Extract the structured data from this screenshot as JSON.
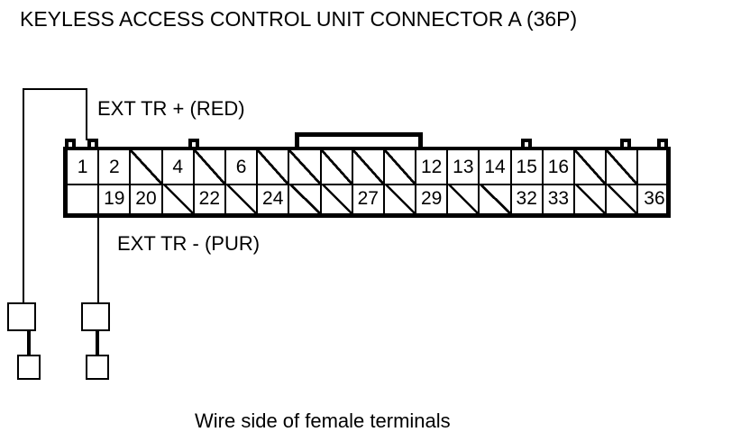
{
  "title": "KEYLESS ACCESS CONTROL UNIT CONNECTOR A (36P)",
  "caption": "Wire side of female terminals",
  "labels": {
    "ext_tr_plus": "EXT TR +  (RED)",
    "ext_tr_minus": "EXT TR -  (PUR)"
  },
  "connector": {
    "name": "CONNECTOR A",
    "pin_count": "36P",
    "rows": [
      {
        "id": "top-row",
        "cells": [
          {
            "label": "1",
            "state": "used"
          },
          {
            "label": "2",
            "state": "used"
          },
          {
            "label": "",
            "state": "unused"
          },
          {
            "label": "4",
            "state": "used"
          },
          {
            "label": "",
            "state": "unused"
          },
          {
            "label": "6",
            "state": "used"
          },
          {
            "label": "",
            "state": "unused"
          },
          {
            "label": "",
            "state": "unused"
          },
          {
            "label": "",
            "state": "unused"
          },
          {
            "label": "",
            "state": "unused"
          },
          {
            "label": "",
            "state": "unused"
          },
          {
            "label": "12",
            "state": "used"
          },
          {
            "label": "13",
            "state": "used"
          },
          {
            "label": "14",
            "state": "used"
          },
          {
            "label": "15",
            "state": "used"
          },
          {
            "label": "16",
            "state": "used"
          },
          {
            "label": "",
            "state": "unused"
          },
          {
            "label": "",
            "state": "unused"
          },
          {
            "label": "",
            "state": "blank"
          }
        ]
      },
      {
        "id": "bottom-row",
        "cells": [
          {
            "label": "",
            "state": "blank"
          },
          {
            "label": "19",
            "state": "used"
          },
          {
            "label": "20",
            "state": "used"
          },
          {
            "label": "",
            "state": "unused"
          },
          {
            "label": "22",
            "state": "used"
          },
          {
            "label": "",
            "state": "unused"
          },
          {
            "label": "24",
            "state": "used"
          },
          {
            "label": "",
            "state": "unused"
          },
          {
            "label": "",
            "state": "unused"
          },
          {
            "label": "27",
            "state": "used"
          },
          {
            "label": "",
            "state": "unused"
          },
          {
            "label": "29",
            "state": "used"
          },
          {
            "label": "",
            "state": "unused"
          },
          {
            "label": "",
            "state": "unused"
          },
          {
            "label": "32",
            "state": "used"
          },
          {
            "label": "33",
            "state": "used"
          },
          {
            "label": "",
            "state": "unused"
          },
          {
            "label": "",
            "state": "unused"
          },
          {
            "label": "36",
            "state": "used"
          }
        ]
      }
    ]
  },
  "colors": {
    "ink": "#000000",
    "background": "#ffffff"
  }
}
